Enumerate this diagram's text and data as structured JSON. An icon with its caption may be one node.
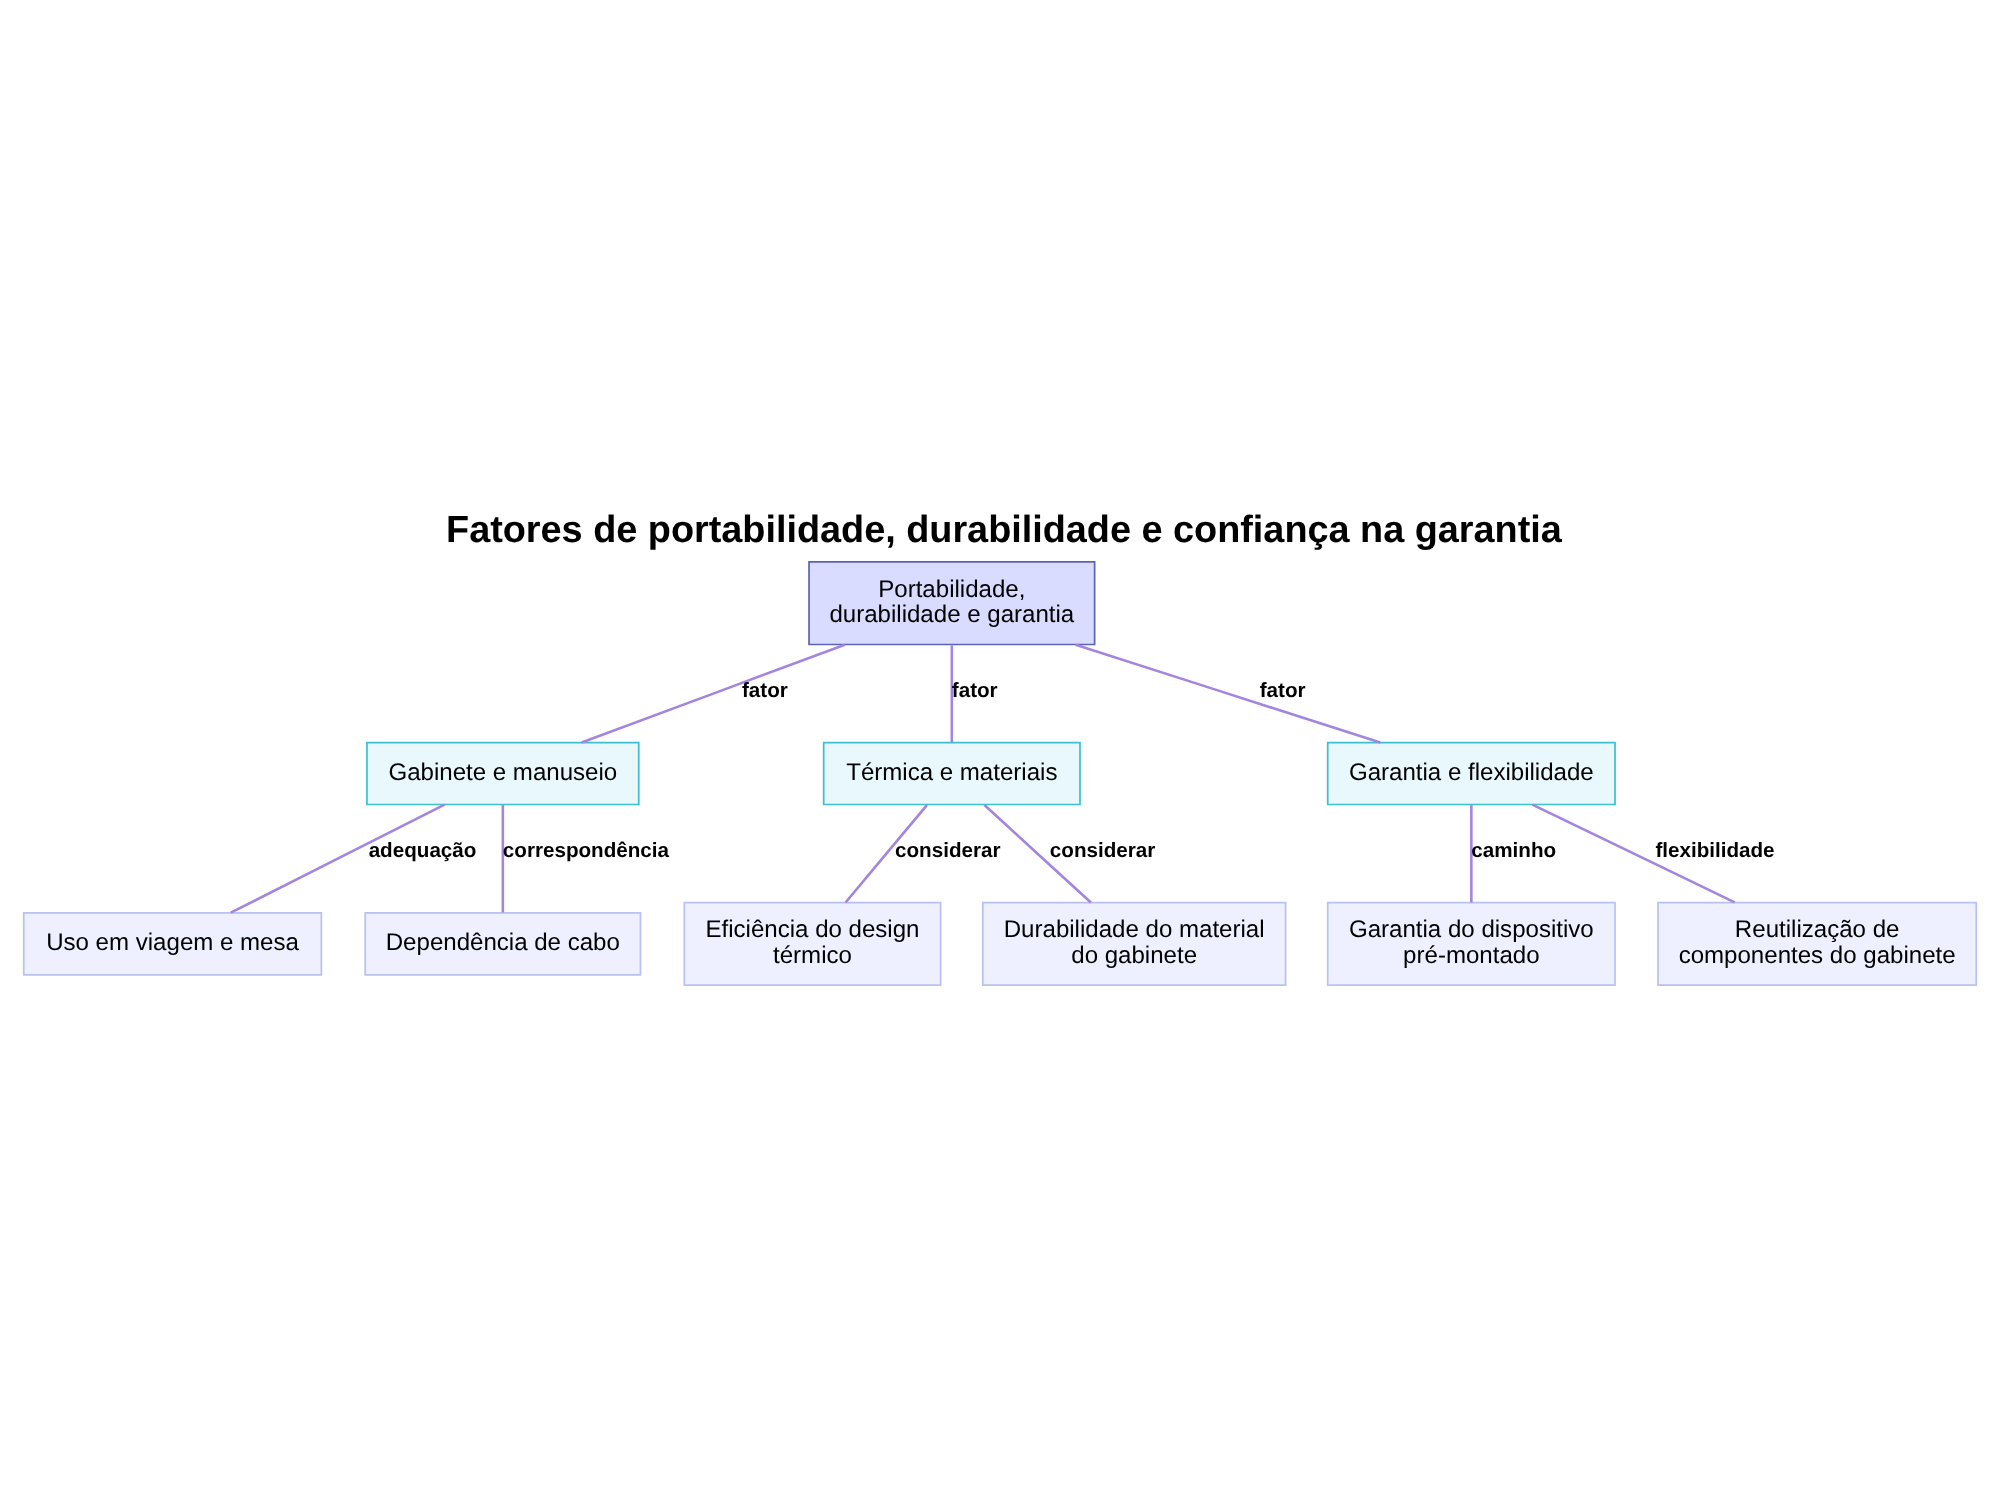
{
  "diagram": {
    "title": "Fatores de portabilidade, durabilidade e confiança na garantia",
    "nodes": [
      {
        "text": [
          "Portabilidade, durabilidade e garantia"
        ]
      },
      {
        "text": [
          "Gabinete e manuseio"
        ]
      },
      {
        "text": [
          "Térmica e materiais"
        ]
      },
      {
        "text": [
          "Garantia e flexibilidade"
        ]
      },
      {
        "text": [
          "Uso em viagem e mesa"
        ]
      },
      {
        "text": [
          "Dependência de cabo"
        ]
      },
      {
        "text": [
          "Eficiência do design térmico"
        ]
      },
      {
        "text": [
          "Durabilidade do material do gabinete"
        ]
      },
      {
        "text": [
          "Garantia do dispositivo pré-montado"
        ]
      },
      {
        "text": [
          "Reutilização de componentes do gabinete"
        ]
      }
    ],
    "edges": [
      {
        "from": 0,
        "to": 1,
        "label": "fator",
        "arrow": "none"
      },
      {
        "from": 0,
        "to": 2,
        "label": "fator",
        "arrow": "none"
      },
      {
        "from": 0,
        "to": 3,
        "label": "fator",
        "arrow": "none"
      },
      {
        "from": 1,
        "to": 4,
        "label": "adequação",
        "arrow": "none"
      },
      {
        "from": 1,
        "to": 5,
        "label": "correspondência",
        "arrow": "none"
      },
      {
        "from": 2,
        "to": 6,
        "label": "considerar",
        "arrow": "none"
      },
      {
        "from": 2,
        "to": 7,
        "label": "considerar",
        "arrow": "none"
      },
      {
        "from": 3,
        "to": 8,
        "label": "caminho",
        "arrow": "none"
      },
      {
        "from": 3,
        "to": 9,
        "label": "flexibilidade",
        "arrow": "none"
      }
    ]
  }
}
